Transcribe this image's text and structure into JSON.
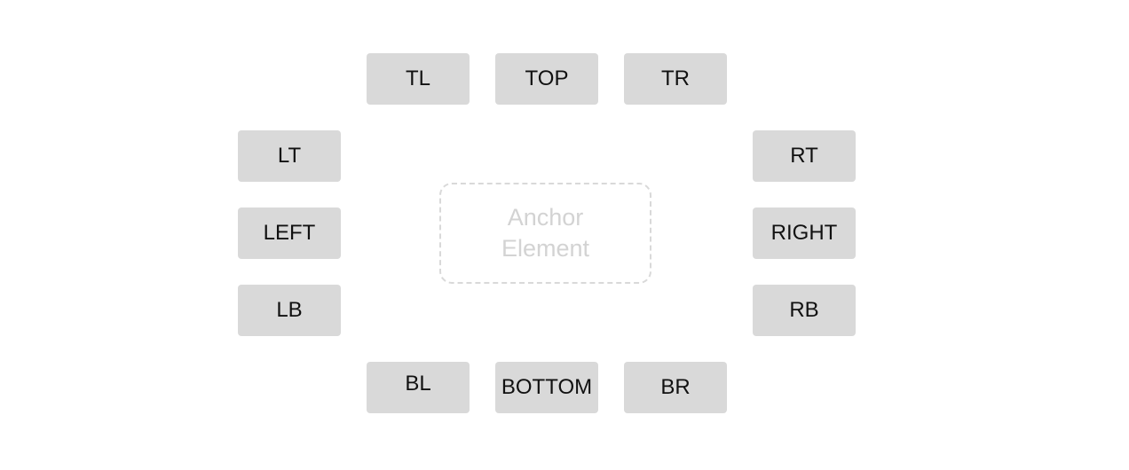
{
  "buttons": {
    "tl": "TL",
    "top": "TOP",
    "tr": "TR",
    "lt": "LT",
    "left": "LEFT",
    "lb": "LB",
    "rt": "RT",
    "right": "RIGHT",
    "rb": "RB",
    "bl": "BL",
    "bottom": "BOTTOM",
    "br": "BR"
  },
  "anchor": {
    "line1": "Anchor",
    "line2": "Element"
  },
  "colors": {
    "button_bg": "#d9d9d9",
    "button_text": "#111111",
    "anchor_border": "#d9d9d9",
    "anchor_text": "#d3d3d3"
  }
}
